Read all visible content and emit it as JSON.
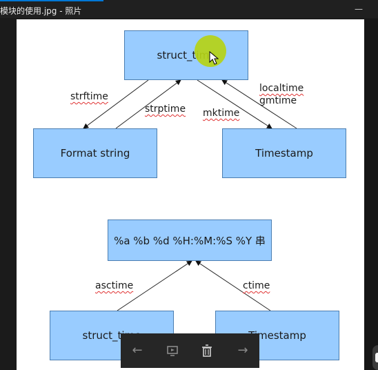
{
  "window": {
    "title": "模块的使用.jpg - 照片",
    "minimize_label": "—"
  },
  "diagram": {
    "top_group": {
      "center_box": "struct_time",
      "left_box": "Format string",
      "right_box": "Timestamp",
      "edge_strftime": "strftime",
      "edge_strptime": "strptime",
      "edge_mktime": "mktime",
      "edge_localtime": "localtime",
      "edge_gmtime": "gmtime"
    },
    "bottom_group": {
      "format_box": "%a %b %d %H:%M:%S %Y 串",
      "left_box": "struct_time",
      "right_box": "Timestamp",
      "edge_asctime": "asctime",
      "edge_ctime": "ctime"
    }
  },
  "toolbar": {
    "buttons": [
      {
        "name": "previous",
        "icon": "arrow-left-icon",
        "glyph": "←"
      },
      {
        "name": "slideshow",
        "icon": "slideshow-icon",
        "glyph": ""
      },
      {
        "name": "delete",
        "icon": "trash-icon",
        "glyph": ""
      },
      {
        "name": "next",
        "icon": "arrow-right-icon",
        "glyph": "→"
      }
    ]
  },
  "colors": {
    "box_fill": "#99ccff",
    "cursor_highlight": "#b5d316",
    "app_background": "#1b1b1b"
  }
}
